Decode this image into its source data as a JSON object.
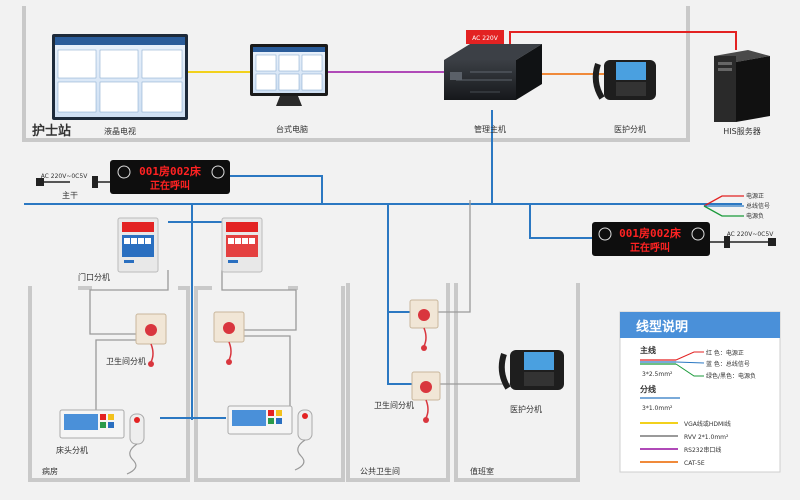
{
  "power_label": "AC 220V",
  "power_adapter_label": "AC 220V~0C5V",
  "area_labels": {
    "nurse_station": "护士站",
    "ward": "病房",
    "public_toilet": "公共卫生间",
    "duty_room": "值班室"
  },
  "device_labels": {
    "lcd_tv": "液晶电视",
    "desktop_pc": "台式电脑",
    "main_host": "管理主机",
    "nurse_phone_top": "医护分机",
    "his_server": "HIS服务器",
    "main_trunk": "主干",
    "door_unit": "门口分机",
    "toilet_unit_ward": "卫生间分机",
    "bed_unit": "床头分机",
    "toilet_unit_public": "卫生间分机",
    "nurse_phone_duty": "医护分机"
  },
  "display_panel": {
    "line1": "001房002床",
    "line2": "正在呼叫"
  },
  "wire_tags": [
    "电源正",
    "总线信号",
    "电源负"
  ],
  "legend": {
    "title": "线型说明",
    "main_line_label": "主线",
    "main_spec": "3*2.5mm²",
    "main_items": [
      "红 色：电源正",
      "蓝 色：总线信号",
      "绿色/黑色：电源负"
    ],
    "branch_label": "分线",
    "branch_spec": "3*1.0mm²",
    "line_types": [
      {
        "text": "VGA线或HDMI线",
        "color": "#f2d11c"
      },
      {
        "text": "RVV 2*1.0mm²",
        "color": "#9a9a9a"
      },
      {
        "text": "RS232串口线",
        "color": "#b04ab8"
      },
      {
        "text": "CAT-5E",
        "color": "#f08a3a"
      }
    ]
  },
  "colors": {
    "bus": "#2b78c2",
    "power": "#e32222",
    "vga": "#f2d11c",
    "rvv": "#9a9a9a",
    "rs232": "#b04ab8",
    "cat5e": "#f08a3a",
    "wall": "#c9c9c9",
    "legend_header": "#4a90d9"
  }
}
